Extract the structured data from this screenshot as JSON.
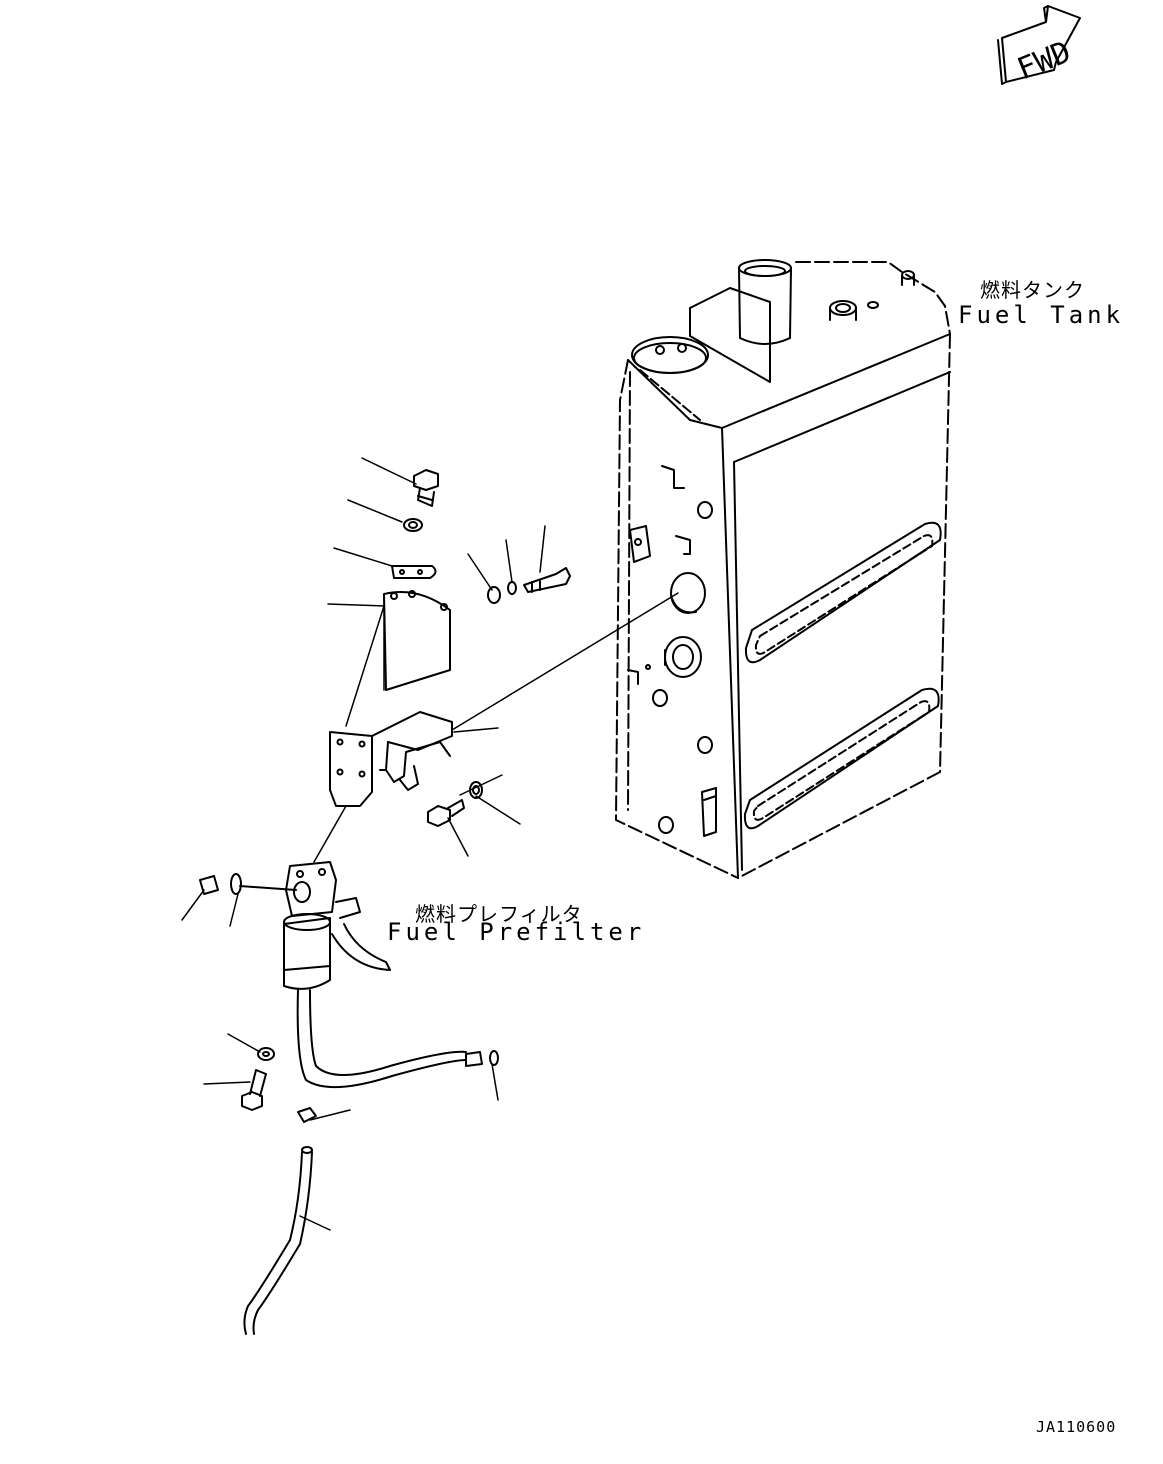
{
  "drawing": {
    "fwd_label": "FWD",
    "fuel_tank": {
      "jp": "燃料タンク",
      "en": "Fuel Tank"
    },
    "fuel_prefilter": {
      "jp": "燃料プレフィルタ",
      "en": "Fuel Prefilter"
    },
    "drawing_code": "JA110600"
  }
}
